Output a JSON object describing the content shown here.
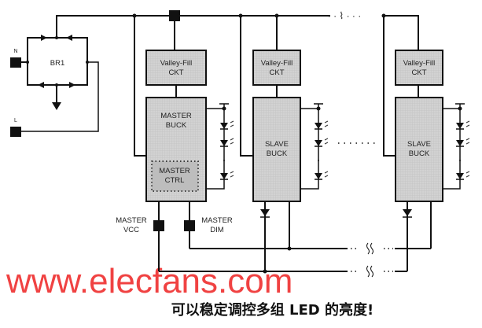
{
  "diagram": {
    "bridge": {
      "label": "BR1"
    },
    "inputs": {
      "neutral": "N",
      "line": "L"
    },
    "master": {
      "valley_fill": [
        "Valley-Fill",
        "CKT"
      ],
      "buck": [
        "MASTER",
        "BUCK"
      ],
      "ctrl": [
        "MASTER",
        "CTRL"
      ],
      "vcc_pin": [
        "MASTER",
        "VCC"
      ],
      "dim_pin": [
        "MASTER",
        "DIM"
      ]
    },
    "slaves": [
      {
        "valley_fill": [
          "Valley-Fill",
          "CKT"
        ],
        "buck": [
          "SLAVE",
          "BUCK"
        ]
      },
      {
        "valley_fill": [
          "Valley-Fill",
          "CKT"
        ],
        "buck": [
          "SLAVE",
          "BUCK"
        ]
      }
    ],
    "block_fill_color": "#cfcfcf",
    "watermark": "www.elecfans.com",
    "watermark_color": "#ee2222"
  },
  "caption": "可以稳定调控多组 LED 的亮度!"
}
